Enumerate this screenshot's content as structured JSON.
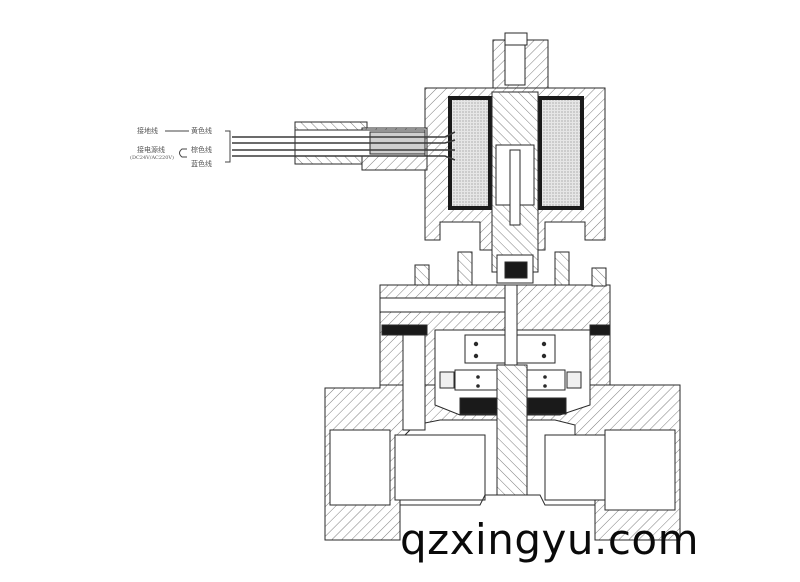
{
  "labels": {
    "ground": "接地线",
    "yellow_wire": "黄色线",
    "brown_wire": "棕色线",
    "power": "接电源线",
    "power_spec": "(DC24V/AC220V)",
    "blue_wire": "蓝色线"
  },
  "watermark": "qzxingyu.com",
  "colors": {
    "line": "#2a2a2a",
    "hatch": "#8a8a8a",
    "coil": "#bdbdbd",
    "dark": "#1a1a1a"
  }
}
